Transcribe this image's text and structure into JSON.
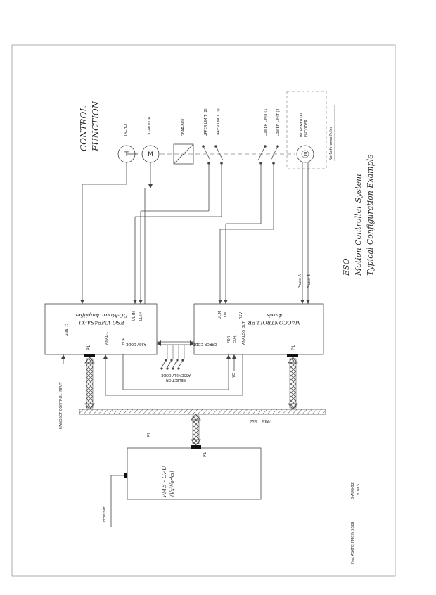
{
  "title": {
    "line1": "ESO",
    "line2": "Motion Controller System",
    "line3": "Typical Configuration Example"
  },
  "control_function": {
    "line1": "CONTROL",
    "line2": "FUNCTION"
  },
  "components": {
    "tacho": "TACHO",
    "dc_motor": "DC-MOTOR",
    "gear_box": "GEAR-BOX",
    "upper_limit_2": "UPPER LIMIT (2)",
    "upper_limit_1": "UPPER LIMIT (1)",
    "lower_limit_1": "LOWER LIMIT (1)",
    "lower_limit_2": "LOWER LIMIT (2)",
    "encoder_line1": "INCREMENTAL",
    "encoder_line2": "ENCODER",
    "no_reference": "No Reference Pulse",
    "tacho_symbol": "T",
    "motor_symbol": "M",
    "encoder_symbol": "E"
  },
  "amplifier": {
    "title1": "DC-Motor Amplifier",
    "title2": "ESO VME4SA-X1",
    "anal2": "ANAL-2",
    "anal1": "ANAL-1",
    "p1": "P1",
    "fdir": "FDR",
    "assy_code": "ASSY CODE",
    "ulim": "UL IM",
    "llim": "LL IM"
  },
  "controller": {
    "title1": "4-axis",
    "title2": "MACCONTROLLER",
    "error_code": "ERROR CODE",
    "fdir": "FDR",
    "edir": "EDR",
    "analog_out": "ANALOG OUT",
    "p1": "P1",
    "ulim": "ULIM",
    "llim": "LLIM",
    "rsv": "RSV",
    "nc": "NC"
  },
  "assembly_selection": {
    "line1": "ASSEMBLY CODE",
    "line2": "SELECTION"
  },
  "phases": {
    "a": "Phase A",
    "b": "Phase B"
  },
  "handset": "HANDSET CONTROL INPUT",
  "vme_bus": "VME - Bus",
  "cpu": {
    "title1": "VME - CPU",
    "title2": "(VxWorks)",
    "p1": "P1",
    "p1_top": "P1"
  },
  "ethernet": "Ethernet",
  "footer": {
    "file": "File: ASKTCH/MCIN SSKB",
    "date": "3-AUG-92",
    "author": "V. NCS"
  }
}
